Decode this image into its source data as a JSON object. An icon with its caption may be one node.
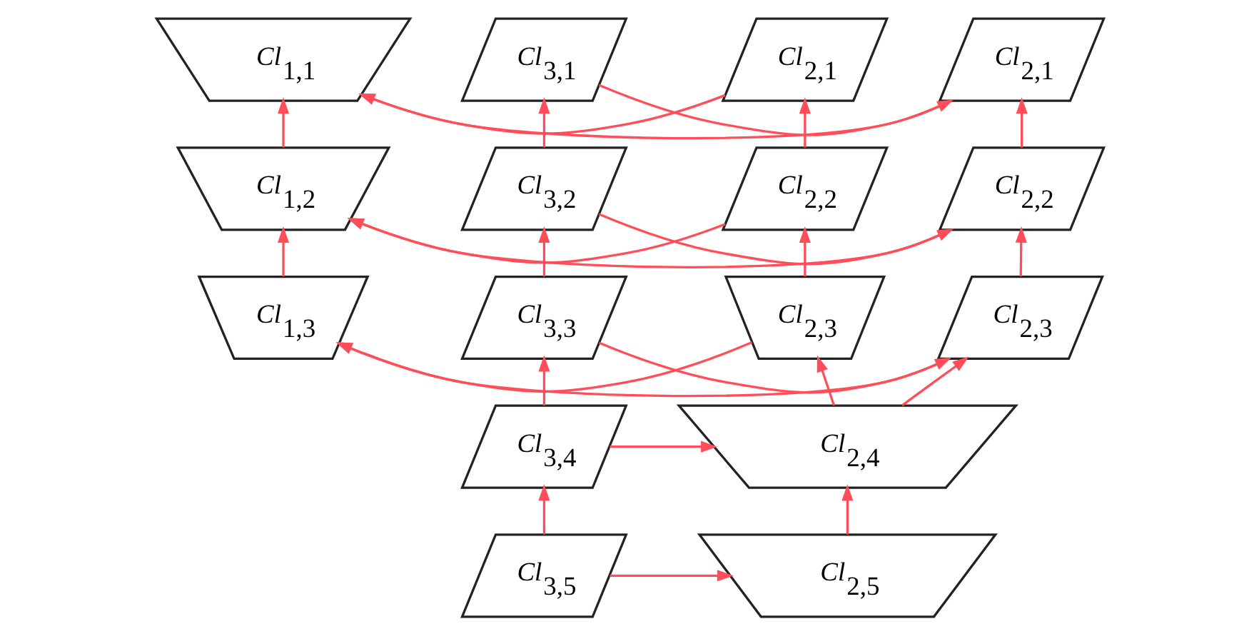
{
  "diagram": {
    "nodes": [
      {
        "text": [
          "Cl$_{2,1}$"
        ]
      },
      {
        "text": [
          "Cl$_{1,1}$"
        ]
      },
      {
        "text": [
          "Cl$_{2,1}$"
        ]
      },
      {
        "text": [
          "Cl$_{3,1}$"
        ]
      },
      {
        "text": [
          "Cl$_{2,2}$"
        ]
      },
      {
        "text": [
          "Cl$_{1,2}$"
        ]
      },
      {
        "text": [
          "Cl$_{2,2}$"
        ]
      },
      {
        "text": [
          "Cl$_{3,2}$"
        ]
      },
      {
        "text": [
          "Cl$_{2,3}$"
        ]
      },
      {
        "text": [
          "Cl$_{1,3}$"
        ]
      },
      {
        "text": [
          "Cl$_{2,3}$"
        ]
      },
      {
        "text": [
          "Cl$_{3,3}$"
        ]
      },
      {
        "text": [
          "Cl$_{2,4}$"
        ]
      },
      {
        "text": [
          "Cl$_{3,4}$"
        ]
      },
      {
        "text": [
          "Cl$_{2,5}$"
        ]
      },
      {
        "text": [
          "Cl$_{3,5}$"
        ]
      }
    ],
    "edges": [
      {
        "from": 0,
        "to": 1,
        "arrow": "to"
      },
      {
        "from": 2,
        "to": 1,
        "arrow": "to"
      },
      {
        "from": 3,
        "to": 2,
        "arrow": "to"
      },
      {
        "from": 4,
        "to": 0,
        "arrow": "to"
      },
      {
        "from": 5,
        "to": 1,
        "arrow": "to"
      },
      {
        "from": 6,
        "to": 2,
        "arrow": "to"
      },
      {
        "from": 7,
        "to": 3,
        "arrow": "to"
      },
      {
        "from": 4,
        "to": 5,
        "arrow": "to"
      },
      {
        "from": 6,
        "to": 5,
        "arrow": "to"
      },
      {
        "from": 7,
        "to": 6,
        "arrow": "to"
      },
      {
        "from": 8,
        "to": 4,
        "arrow": "to"
      },
      {
        "from": 9,
        "to": 5,
        "arrow": "to"
      },
      {
        "from": 10,
        "to": 6,
        "arrow": "to"
      },
      {
        "from": 11,
        "to": 7,
        "arrow": "to"
      },
      {
        "from": 8,
        "to": 9,
        "arrow": "to"
      },
      {
        "from": 10,
        "to": 9,
        "arrow": "to"
      },
      {
        "from": 11,
        "to": 10,
        "arrow": "to"
      },
      {
        "from": 12,
        "to": 8,
        "arrow": "to"
      },
      {
        "from": 12,
        "to": 10,
        "arrow": "to"
      },
      {
        "from": 13,
        "to": 11,
        "arrow": "to"
      },
      {
        "from": 13,
        "to": 12,
        "arrow": "to"
      },
      {
        "from": 14,
        "to": 12,
        "arrow": "to"
      },
      {
        "from": 15,
        "to": 13,
        "arrow": "to"
      },
      {
        "from": 15,
        "to": 14,
        "arrow": "to"
      }
    ]
  }
}
